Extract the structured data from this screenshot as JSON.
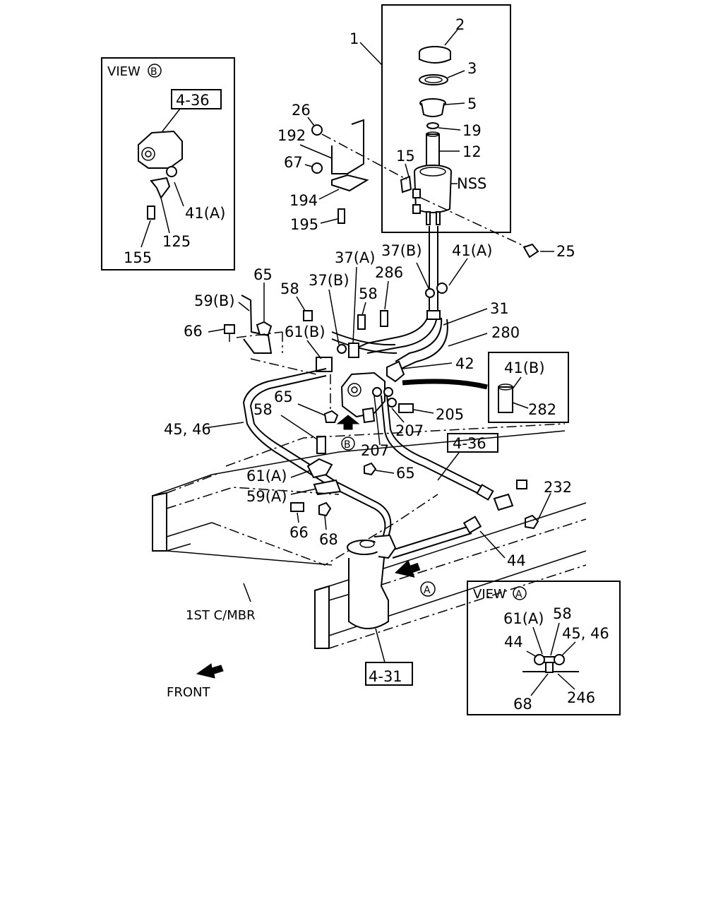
{
  "views": {
    "view_b": {
      "title": "VIEW",
      "marker": "B",
      "ref": "4-36"
    },
    "view_a": {
      "title": "VIEW",
      "marker": "A"
    },
    "inset_41b": {
      "callout": "41(B)"
    }
  },
  "refs": {
    "main_4_36": "4-36",
    "main_4_31": "4-31"
  },
  "markers": {
    "b": "B",
    "a": "A"
  },
  "texts": {
    "crossmember": "1ST C/MBR",
    "front": "FRONT",
    "nss": "NSS"
  },
  "callouts": {
    "c1": "1",
    "c2": "2",
    "c3": "3",
    "c5": "5",
    "c19": "19",
    "c12": "12",
    "c15": "15",
    "c25": "25",
    "c26": "26",
    "c192": "192",
    "c67": "67",
    "c194": "194",
    "c195": "195",
    "c37a": "37(A)",
    "c37b_top": "37(B)",
    "c41a": "41(A)",
    "c286": "286",
    "c37b": "37(B)",
    "c58_a": "58",
    "c58_b": "58",
    "c65_a": "65",
    "c59b": "59(B)",
    "c66_a": "66",
    "c61b": "61(B)",
    "c31": "31",
    "c280": "280",
    "c42": "42",
    "c205": "205",
    "c207_a": "207",
    "c207_b": "207",
    "c65_b": "65",
    "c45_46": "45, 46",
    "c58_c": "58",
    "c61a": "61(A)",
    "c65_c": "65",
    "c59a": "59(A)",
    "c66_b": "66",
    "c68": "68",
    "c232": "232",
    "c44": "44",
    "c282": "282",
    "vb_41a": "41(A)",
    "vb_125": "125",
    "vb_155": "155",
    "va_61a": "61(A)",
    "va_58": "58",
    "va_45_46": "45, 46",
    "va_44": "44",
    "va_68": "68",
    "va_246": "246"
  }
}
